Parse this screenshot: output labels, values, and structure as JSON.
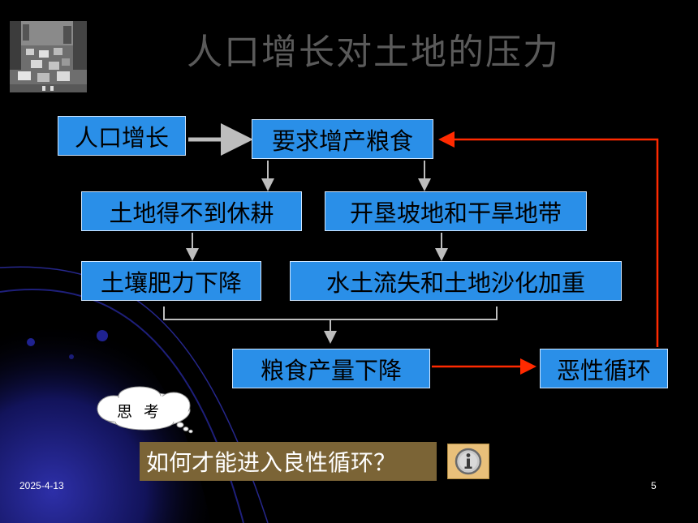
{
  "slide": {
    "title": "人口增长对土地的压力",
    "date": "2025-4-13",
    "page_number": "5"
  },
  "diagram": {
    "nodes": {
      "population_growth": "人口增长",
      "demand_food": "要求增产粮食",
      "no_fallow": "土地得不到休耕",
      "reclaim_land": "开垦坡地和干旱地带",
      "soil_fertility": "土壤肥力下降",
      "erosion": "水土流失和土地沙化加重",
      "grain_decline": "粮食产量下降",
      "vicious_cycle": "恶性循环"
    }
  },
  "thought": {
    "bubble_label": "思 考",
    "question": "如何才能进入良性循环？"
  },
  "colors": {
    "box_fill": "#2a8fe8",
    "red_arrow": "#ff2a00",
    "gray_arrow": "#bdbdbd",
    "question_bg": "#7b6436",
    "info_bg": "#e9c07a"
  }
}
